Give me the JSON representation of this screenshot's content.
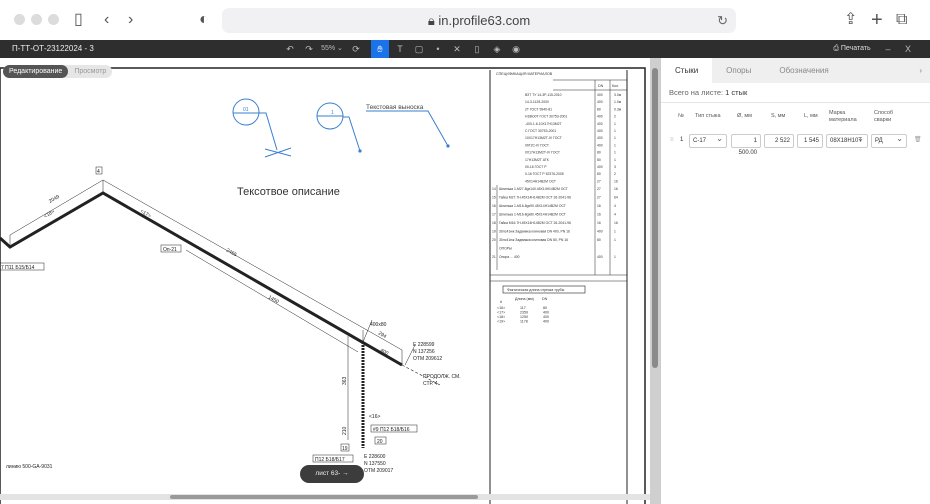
{
  "browser": {
    "url": "in.profile63.com"
  },
  "toolbar": {
    "doc_title": "П-ТТ-ОТ-23122024 - 3",
    "zoom": "55%",
    "print": "Печатать",
    "minimize": "–",
    "close": "X"
  },
  "mode": {
    "edit": "Редактирование",
    "view": "Просмотр"
  },
  "drawing": {
    "balloon1": "01",
    "balloon2": "1",
    "callout_text": "Текстовая выноска",
    "description": "Тексотвое описание",
    "dim_2049": "2049",
    "dim_2465": "2465",
    "dim_1450": "1450",
    "dim_294": "294",
    "dim_400": "400",
    "dim_363": "363",
    "dim_210": "210",
    "size_400x80": "400x80",
    "pipe_18": "<18>",
    "pipe_17": "<17>",
    "pipe_16": "<16>",
    "tag_4": "4",
    "tag_8": "8",
    "tag_op21": "Оп-21",
    "tag_p11": "7 П11 Б15/Б14",
    "tag_p12a": "#9 П12 Б18/Б16",
    "tag_p12b": "П12 Б18/Б17",
    "tag_20": "20",
    "tag_19": "19",
    "coord1": [
      "E 228599",
      "N 137256",
      "ОТМ 209612"
    ],
    "coord2": [
      "E 228600",
      "N 137550",
      "ОТМ 209017"
    ],
    "continue": [
      "ПРОДОЛЖ. СМ.",
      "СТР. 4"
    ],
    "line_ref": "линию 500-GA-9031",
    "sheet_button": "лист 63- →"
  },
  "spec": {
    "title": "СПЕЦИФИКАЦИЯ МАТЕРИАЛОВ",
    "col_dn": "DN",
    "col_qty": "Кол.",
    "rows": [
      {
        "n": "",
        "t": "ВЗТ ТУ 14-3Р-115-2010",
        "dn": "400",
        "q": "3.0м"
      },
      {
        "n": "",
        "t": "14-3-1128-2000",
        "dn": "400",
        "q": "1.0м"
      },
      {
        "n": "",
        "t": "2Т ГОСТ 9940-81",
        "dn": "80",
        "q": "0.3м"
      },
      {
        "n": "",
        "t": "Н18Ю0Т ГОСТ 30753-2001",
        "dn": "400",
        "q": "2"
      },
      {
        "n": "",
        "t": "-400-1.6-10Х17Н13М2Т",
        "dn": "400",
        "q": "1"
      },
      {
        "n": "",
        "t": "С ГОСТ 30753-2001",
        "dn": "400",
        "q": "1"
      },
      {
        "n": "",
        "t": "10Х17Н13М2Т-IV ГОСТ",
        "dn": "400",
        "q": "1"
      },
      {
        "n": "",
        "t": "09Г2С-IV ГОСТ",
        "dn": "400",
        "q": "1"
      },
      {
        "n": "",
        "t": "0Х17Н13М2Т-IV ГОСТ",
        "dn": "80",
        "q": "1"
      },
      {
        "n": "",
        "t": "17Н13М2Т АТК",
        "dn": "80",
        "q": "1"
      },
      {
        "n": "",
        "t": "00-16 ГОСТ Р",
        "dn": "400",
        "q": "3"
      },
      {
        "n": "",
        "t": "0-16 ГОСТ Р 52376-2005",
        "dn": "80",
        "q": "2"
      },
      {
        "n": "",
        "t": "45Х14Н14В2М ОСТ",
        "dn": "27",
        "q": "16"
      },
      {
        "n": "14",
        "t": "Шпилька 1-М27-8gx140.45Х14Н14В2М ОСТ",
        "dn": "27",
        "q": "16"
      },
      {
        "n": "15",
        "t": "Гайка М27.7Н.45Х14Н14В2М ОСТ 26-2041-96",
        "dn": "27",
        "q": "64"
      },
      {
        "n": "16",
        "t": "Шпилька 1-М16-8gx90.45Х14Н14В2М ОСТ",
        "dn": "16",
        "q": "4"
      },
      {
        "n": "17",
        "t": "Шпилька 1-М16-8gx80.45Х14Н14В2М ОСТ",
        "dn": "16",
        "q": "4"
      },
      {
        "n": "18",
        "t": "Гайка М16.7Н.45Х14Н14В2М ОСТ 26-2041-96",
        "dn": "16",
        "q": "16"
      },
      {
        "n": "19",
        "t": "30лс41нж Задвижка клиновая DN 400, PN 16",
        "dn": "400",
        "q": "1"
      },
      {
        "n": "20",
        "t": "30лс41нж Задвижка клиновая DN 80, PN 16",
        "dn": "80",
        "q": "1"
      },
      {
        "n": "",
        "t": "ОПОРЫ",
        "dn": "",
        "q": ""
      },
      {
        "n": "21",
        "t": "Опора ... 400",
        "dn": "400",
        "q": "1"
      }
    ]
  },
  "cut": {
    "title": "Фактическая длина отрезка трубы",
    "h_num": "#",
    "h_len": "Длина (мм)",
    "h_dn": "DN",
    "rows": [
      {
        "n": "<16>",
        "len": "117",
        "dn": "80"
      },
      {
        "n": "<17>",
        "len": "2359",
        "dn": "400"
      },
      {
        "n": "<18>",
        "len": "1250",
        "dn": "400"
      },
      {
        "n": "<19>",
        "len": "1178",
        "dn": "400"
      }
    ]
  },
  "panel": {
    "tabs": [
      "Стыки",
      "Опоры",
      "Обозначения"
    ],
    "summary_label": "Всего на листе:",
    "summary_value": "1 стык",
    "headers": {
      "num": "№",
      "type": "Тип стыка",
      "d": "Ø, мм",
      "s": "S, мм",
      "l": "L, мм",
      "material": "Марка материала",
      "weld": "Способ сварки"
    },
    "row": {
      "num": "1",
      "type": "С-17",
      "d": "1 500.00",
      "s": "2 522",
      "l": "1 545",
      "material": "08Х18Н10Т",
      "weld": "РД"
    }
  }
}
